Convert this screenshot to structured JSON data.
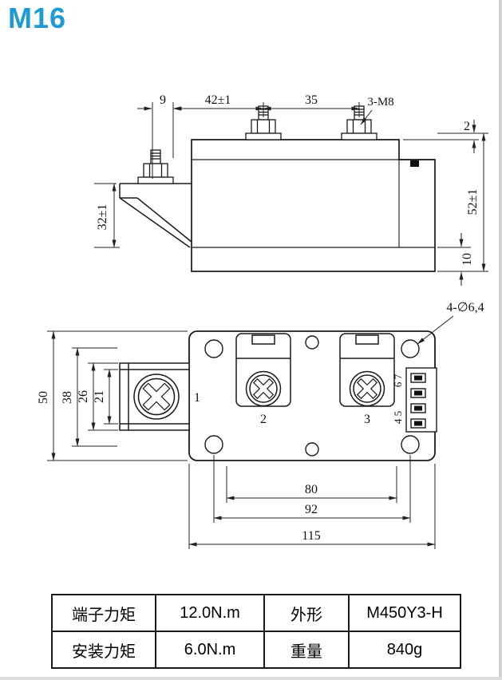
{
  "title": "M16",
  "colors": {
    "accent": "#1E9BD7",
    "line": "#1a1a1a"
  },
  "side_view": {
    "dim_9": "9",
    "dim_42": "42±1",
    "dim_35": "35",
    "dim_3m8": "3-M8",
    "dim_2": "2",
    "dim_52": "52±1",
    "dim_10": "10",
    "dim_32": "32±1"
  },
  "top_view": {
    "dim_holes": "4-∅6,4",
    "dim_50": "50",
    "dim_38": "38",
    "dim_26": "26",
    "dim_21": "21",
    "dim_80": "80",
    "dim_92": "92",
    "dim_115": "115",
    "terminal_1": "1",
    "terminal_2": "2",
    "terminal_3": "3",
    "pins_45": "4 5",
    "pins_67": "6 7"
  },
  "spec_table": {
    "rows": [
      {
        "k1": "端子力矩",
        "v1": "12.0N.m",
        "k2": "外形",
        "v2": "M450Y3-H"
      },
      {
        "k1": "安装力矩",
        "v1": "6.0N.m",
        "k2": "重量",
        "v2": "840g"
      }
    ]
  }
}
